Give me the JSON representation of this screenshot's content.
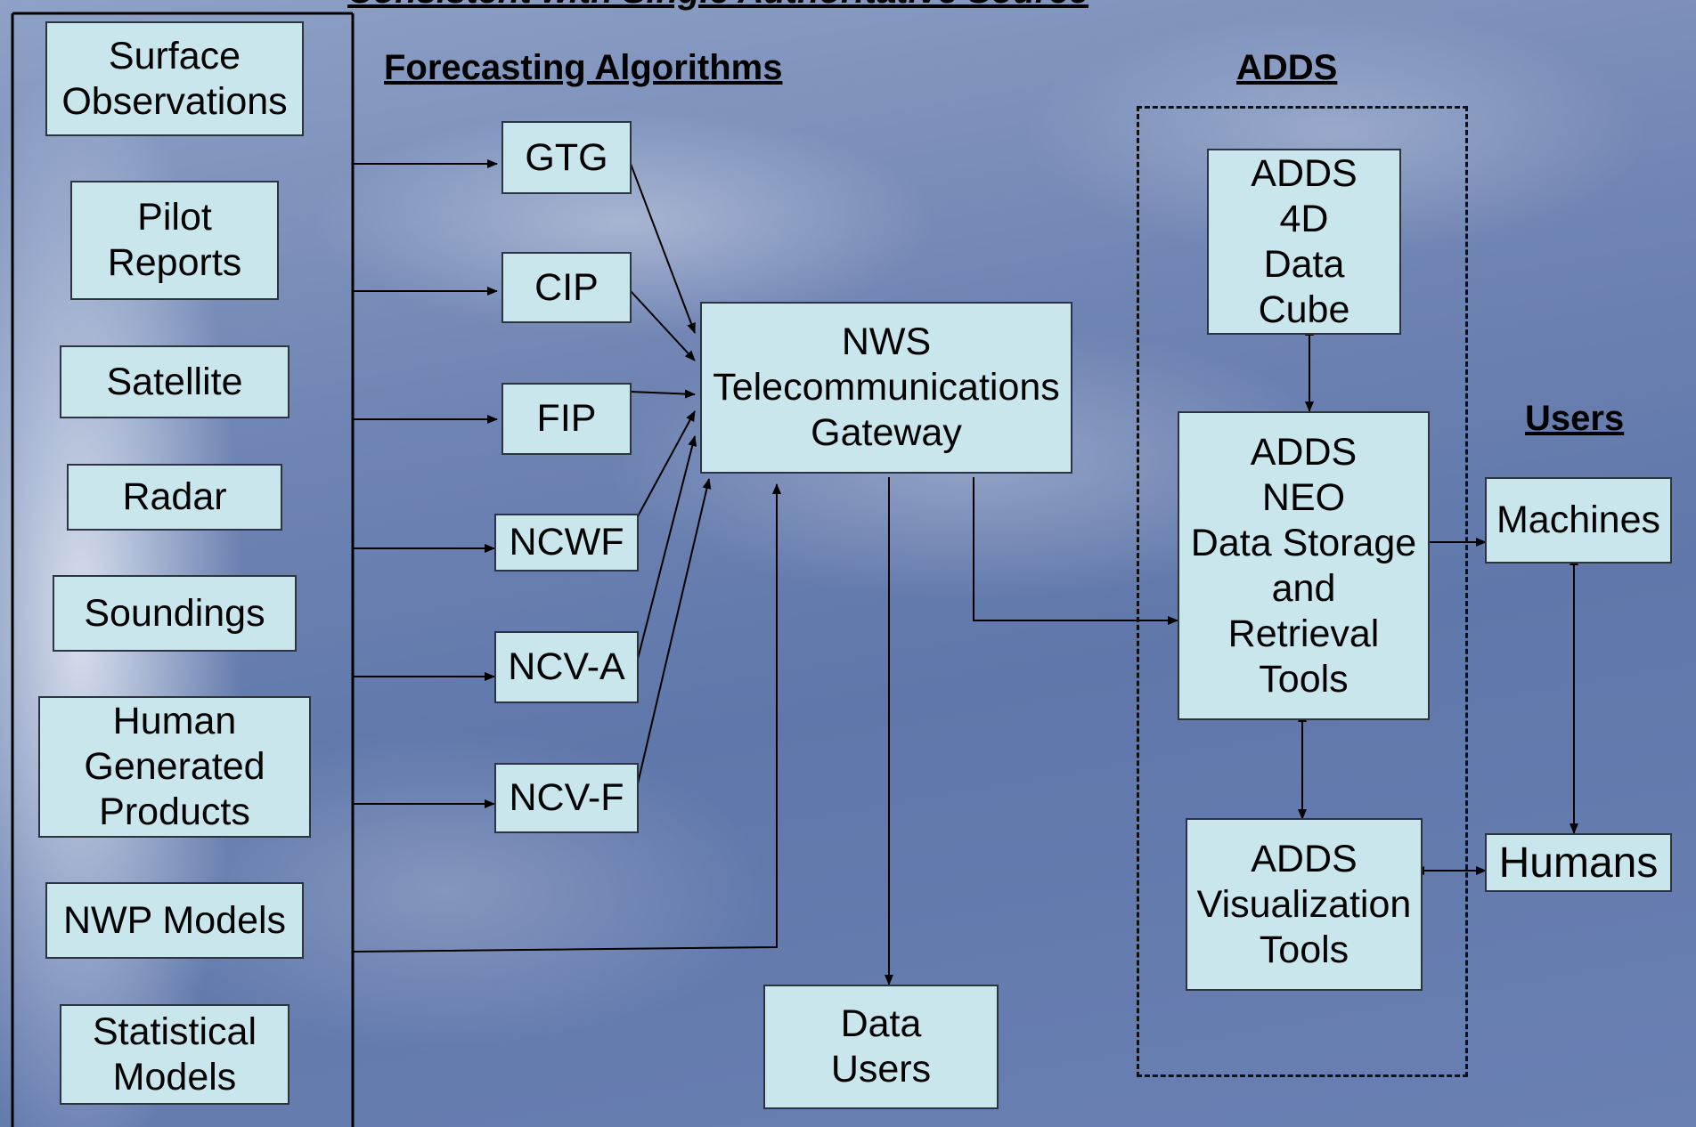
{
  "title": "Consistent with Single Authoritative Source",
  "headings": {
    "forecasting": "Forecasting Algorithms",
    "adds": "ADDS",
    "users": "Users"
  },
  "sources": [
    {
      "label": "Surface\nObservations"
    },
    {
      "label": "Pilot\nReports"
    },
    {
      "label": "Satellite"
    },
    {
      "label": "Radar"
    },
    {
      "label": "Soundings"
    },
    {
      "label": "Human\nGenerated\nProducts"
    },
    {
      "label": "NWP Models"
    },
    {
      "label": "Statistical\nModels"
    }
  ],
  "algorithms": [
    {
      "label": "GTG"
    },
    {
      "label": "CIP"
    },
    {
      "label": "FIP"
    },
    {
      "label": "NCWF"
    },
    {
      "label": "NCV-A"
    },
    {
      "label": "NCV-F"
    }
  ],
  "gateway": "NWS\nTelecommunications\nGateway",
  "data_users": "Data\nUsers",
  "adds_boxes": {
    "cube": "ADDS\n4D\nData\nCube",
    "neo": "ADDS\nNEO\nData Storage\nand\nRetrieval\nTools",
    "viz": "ADDS\nVisualization\nTools"
  },
  "user_boxes": {
    "machines": "Machines",
    "humans": "Humans"
  }
}
